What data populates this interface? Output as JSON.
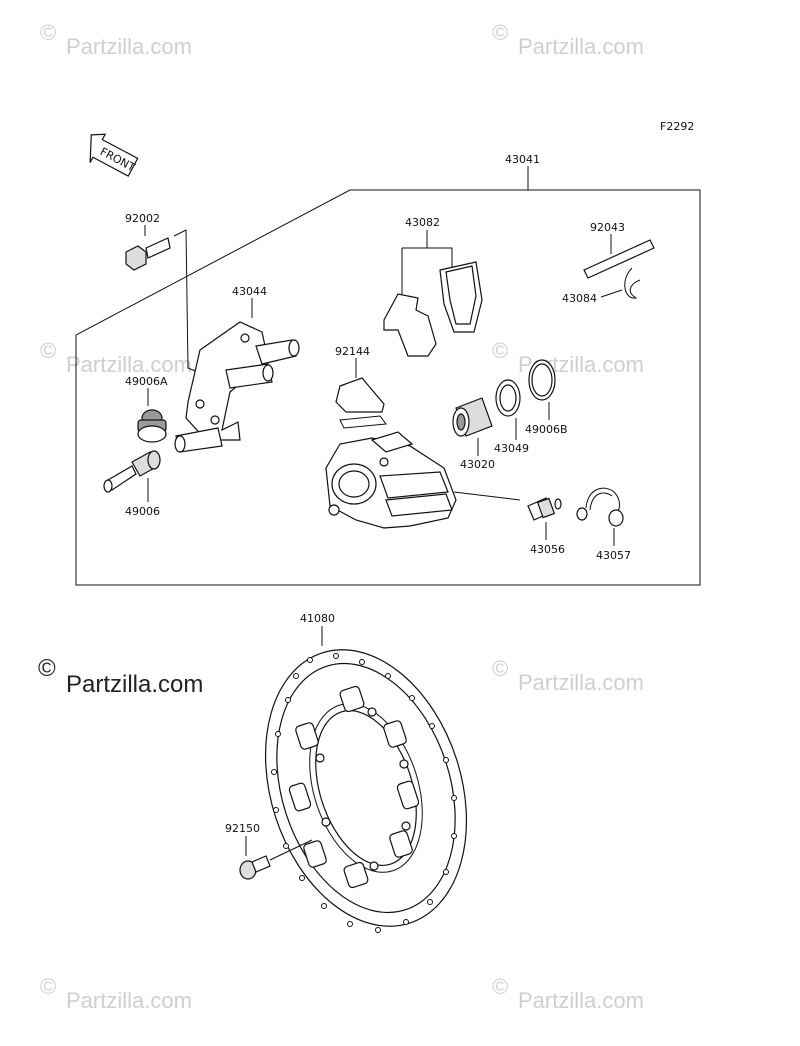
{
  "figure_code": "F2292",
  "front_label": "FRONT",
  "watermark": "Partzilla.com",
  "watermark_main": "Partzilla.com",
  "watermark_symbol": "©",
  "parts": {
    "assembly": "43041",
    "bolt": "92002",
    "bracket": "43044",
    "boot_a": "49006A",
    "pin": "49006",
    "pads": "43082",
    "pad_spring": "92144",
    "pad_pin": "92043",
    "pin_clip": "43084",
    "piston": "43020",
    "piston_seal": "43049",
    "dust_seal": "49006B",
    "bleed_valve": "43056",
    "bleed_cap": "43057",
    "disc": "41080",
    "disc_bolt": "92150"
  }
}
